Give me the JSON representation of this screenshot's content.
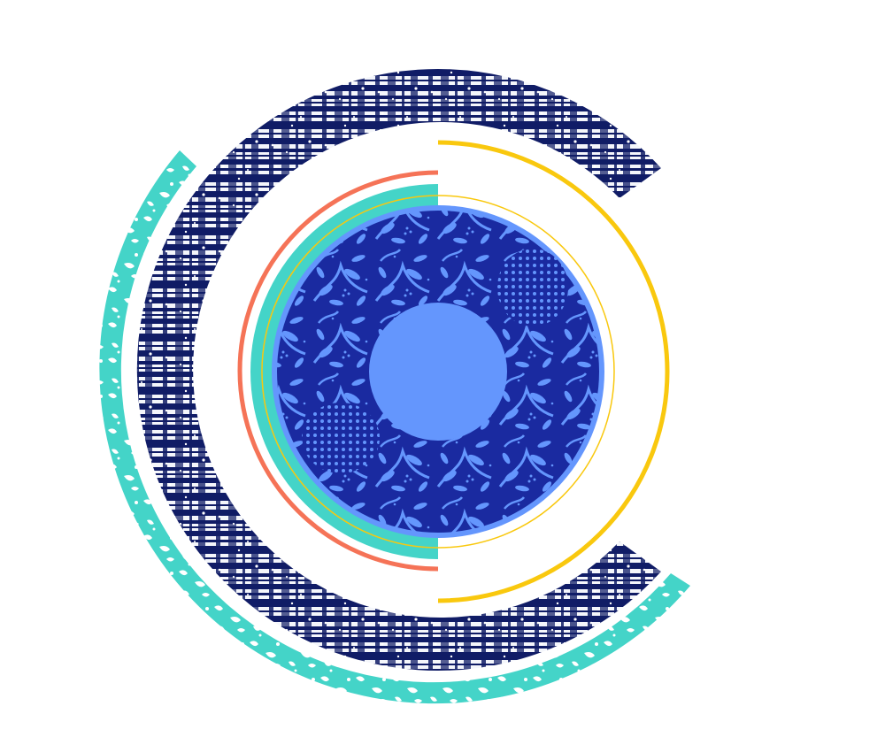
{
  "artwork": {
    "background": "#ffffff",
    "colors": {
      "navy": "#101c66",
      "teal": "#44d4c8",
      "coral": "#f57357",
      "gold": "#f9c80e",
      "periwinkle": "#6496fd",
      "royal": "#1a2aa0"
    },
    "elements": [
      "outer-teal-distressed-arc",
      "navy-plaid-textured-ring",
      "gold-half-ring",
      "coral-half-ring",
      "teal-half-disc",
      "thin-gold-circle",
      "floral-patterned-disc",
      "center-periwinkle-disc"
    ]
  }
}
